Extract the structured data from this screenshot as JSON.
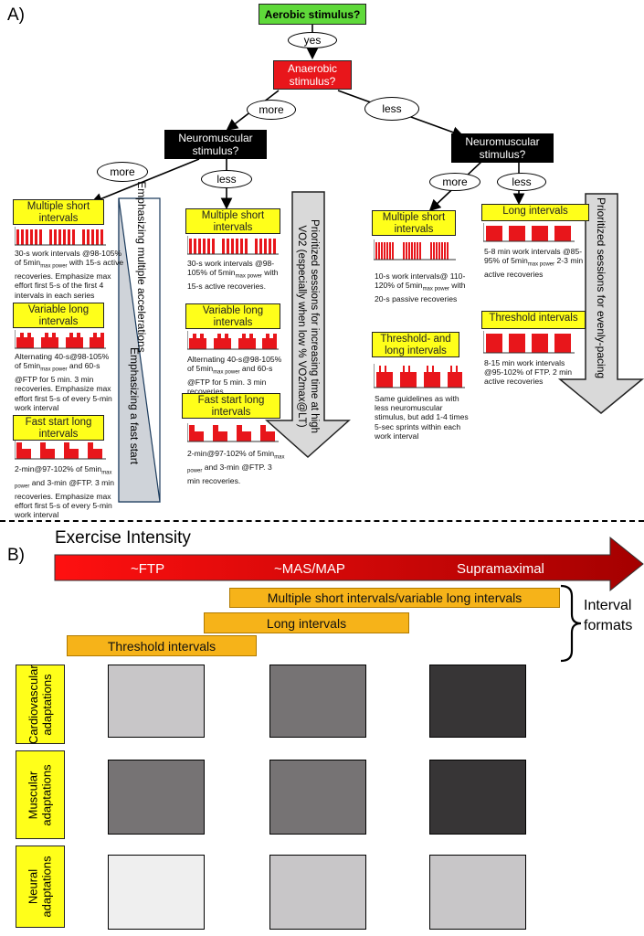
{
  "panel_a": {
    "letter": "A)",
    "aerobic": "Aerobic stimulus?",
    "yes": "yes",
    "anaerobic": "Anaerobic stimulus?",
    "more": "more",
    "less": "less",
    "neuromuscular": "Neuromuscular stimulus?",
    "col1": {
      "box1": "Multiple short intervals",
      "desc1": "30-s work intervals @98-105% of 5min",
      "desc1_sub": "max power",
      "desc1_tail": " with 15-s active recoveries. Emphasize max effort first 5-s of the first 4 intervals in each series",
      "box2": "Variable long intervals",
      "desc2": "Alternating 40-s@98-105% of 5min",
      "desc2_sub": "max power",
      "desc2_tail": " and 60-s @FTP for 5 min. 3 min recoveries. Emphasize max effort first 5-s of every 5-min work interval",
      "box3": "Fast start long intervals",
      "desc3": "2-min@97-102% of 5min",
      "desc3_sub": "max power",
      "desc3_tail": " and 3-min @FTP. 3 min recoveries. Emphasize max effort first 5-s of every 5-min work interval",
      "wedge_upper": "Emphasizing multiple accelerations",
      "wedge_lower": "Emphasizing a fast start"
    },
    "col2": {
      "box1": "Multiple short intervals",
      "desc1": "30-s work intervals @98-105% of 5min",
      "desc1_sub": "max power",
      "desc1_tail": " with 15-s active recoveries.",
      "box2": "Variable long intervals",
      "desc2": "Alternating 40-s@98-105% of 5min",
      "desc2_sub": "max power",
      "desc2_tail": " and 60-s @FTP for 5 min. 3 min recoveries.",
      "box3": "Fast start long intervals",
      "desc3": "2-min@97-102% of 5min",
      "desc3_sub": "max power",
      "desc3_tail": " and 3-min @FTP. 3 min recoveries.",
      "arrow_text": "Prioritized sessions for increasing time at high VO2 (especially when low % VO2max@LT)"
    },
    "col3": {
      "box1": "Multiple short intervals",
      "desc1": "10-s work intervals@ 110-120% of 5min",
      "desc1_sub": "max power",
      "desc1_tail": " with 20-s passive recoveries",
      "box2": "Threshold- and long intervals",
      "desc2": "Same guidelines as with less neuromuscular stimulus, but add 1-4 times 5-sec sprints within each work interval"
    },
    "col4": {
      "box1": "Long intervals",
      "desc1": "5-8 min work intervals @85-95% of 5min",
      "desc1_sub": "max power",
      "desc1_tail": " 2-3 min active recoveries",
      "box2": "Threshold intervals",
      "desc2": "8-15 min work intervals @95-102% of FTP. 2 min active recoveries",
      "arrow_text": "Prioritized sessions for evenly-pacing"
    }
  },
  "panel_b": {
    "letter": "B)",
    "intensity_title": "Exercise Intensity",
    "intensity_labels": [
      "~FTP",
      "~MAS/MAP",
      "Supramaximal"
    ],
    "bars": [
      "Multiple short intervals/variable long intervals",
      "Long intervals",
      "Threshold intervals"
    ],
    "bracket_label": "Interval formats",
    "rows": [
      "Cardiovascular adaptations",
      "Muscular adaptations",
      "Neural adaptations"
    ],
    "grid_colors": [
      [
        "#c8c6c8",
        "#767374",
        "#373536"
      ],
      [
        "#767374",
        "#767374",
        "#373536"
      ],
      [
        "#efefef",
        "#c8c6c8",
        "#c8c6c8"
      ]
    ]
  }
}
